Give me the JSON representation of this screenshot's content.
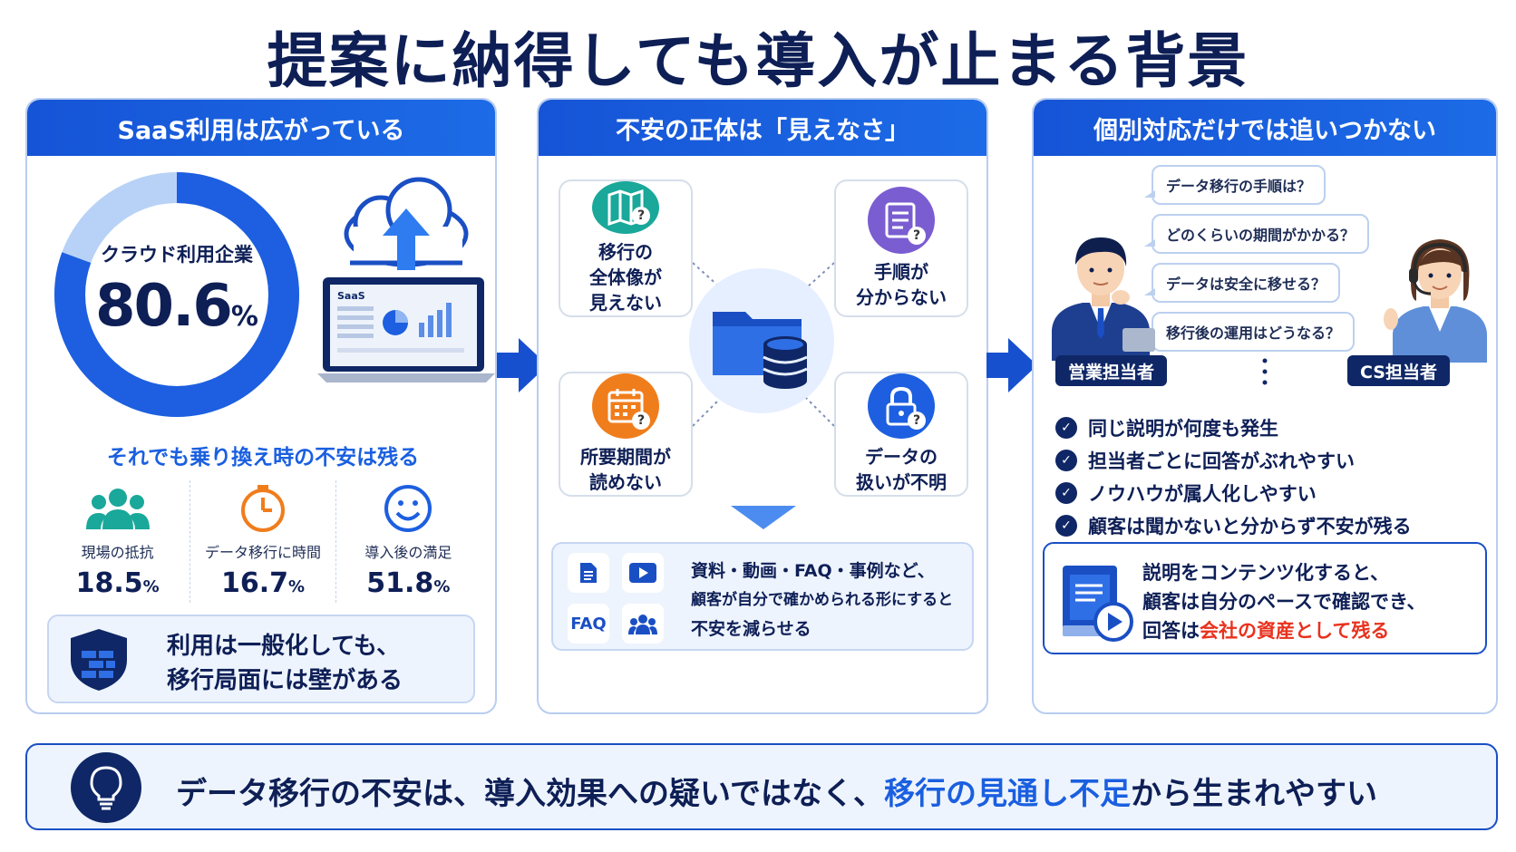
{
  "title": "提案に納得しても導入が止まる背景",
  "panel1": {
    "header": "SaaS利用は広がっている",
    "donut": {
      "label": "クラウド利用企業",
      "value": "80.6",
      "unit": "%",
      "fraction": 0.806,
      "colors": {
        "main": "#1d5fe0",
        "rest": "#b8d2f7"
      }
    },
    "laptop_label": "SaaS",
    "subheading": "それでも乗り換え時の不安は残る",
    "stats": [
      {
        "label": "現場の抵抗",
        "value": "18.5",
        "unit": "%",
        "icon": "people-icon"
      },
      {
        "label": "データ移行に時間",
        "value": "16.7",
        "unit": "%",
        "icon": "clock-icon"
      },
      {
        "label": "導入後の満足",
        "value": "51.8",
        "unit": "%",
        "icon": "smiley-icon"
      }
    ],
    "callout": {
      "line1": "利用は一般化しても、",
      "line2": "移行局面には壁がある"
    }
  },
  "panel2": {
    "header": "不安の正体は「見えなさ」",
    "items": [
      {
        "line1": "移行の",
        "line2": "全体像が",
        "line3": "見えない",
        "color": "#19a89a",
        "icon": "map-icon"
      },
      {
        "line1": "手順が",
        "line2": "分からない",
        "line3": "",
        "color": "#7a5dd1",
        "icon": "checklist-icon"
      },
      {
        "line1": "所要期間が",
        "line2": "読めない",
        "line3": "",
        "color": "#f07d1c",
        "icon": "calendar-icon"
      },
      {
        "line1": "データの",
        "line2": "扱いが不明",
        "line3": "",
        "color": "#1d5fe0",
        "icon": "lock-icon"
      }
    ],
    "faq_label": "FAQ",
    "callout": {
      "line1": "資料・動画・FAQ・事例など、",
      "line2": "顧客が自分で確かめられる形にすると",
      "line3": "不安を減らせる"
    }
  },
  "panel3": {
    "header": "個別対応だけでは追いつかない",
    "bubbles": [
      "データ移行の手順は？",
      "どのくらいの期間がかかる？",
      "データは安全に移せる？",
      "移行後の運用はどうなる？"
    ],
    "roles": {
      "left": "営業担当者",
      "right": "CS担当者"
    },
    "checks": [
      "同じ説明が何度も発生",
      "担当者ごとに回答がぶれやすい",
      "ノウハウが属人化しやすい",
      "顧客は聞かないと分からず不安が残る"
    ],
    "callout": {
      "line1": "説明をコンテンツ化すると、",
      "line2": "顧客は自分のペースで確認でき、",
      "line3_prefix": "回答は",
      "line3_accent": "会社の資産として残る"
    }
  },
  "banner": {
    "prefix": "データ移行の不安は、導入効果への疑いではなく、",
    "accent": "移行の見通し不足",
    "suffix": "から生まれやすい"
  }
}
